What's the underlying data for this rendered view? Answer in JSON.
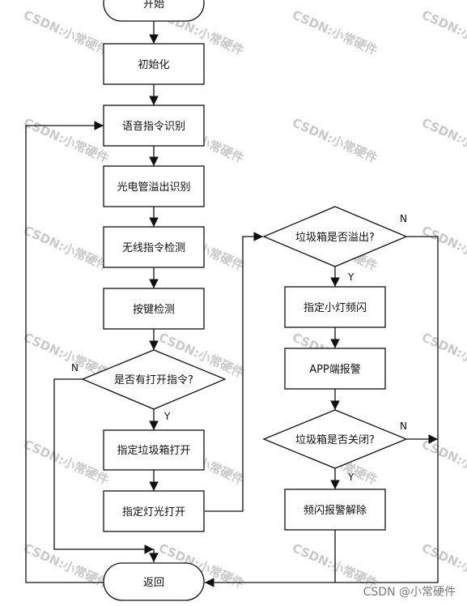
{
  "nodes": {
    "start": "开始",
    "init": "初始化",
    "voice": "语音指令识别",
    "overflow_detect": "光电管溢出识别",
    "wireless": "无线指令检测",
    "button": "按键检测",
    "open_cmd": "是否有打开指令?",
    "open_bin": "指定垃圾箱打开",
    "open_light": "指定灯光打开",
    "bin_full": "垃圾箱是否溢出?",
    "blink_led": "指定小灯频闪",
    "app_alarm": "APP端报警",
    "bin_closed": "垃圾箱是否关闭?",
    "clear_alarm": "频闪报警解除",
    "return": "返回"
  },
  "labels": {
    "yes": "Y",
    "no": "N"
  },
  "watermark": "CSDN:小常硬件",
  "footer": "CSDN @小常硬件"
}
